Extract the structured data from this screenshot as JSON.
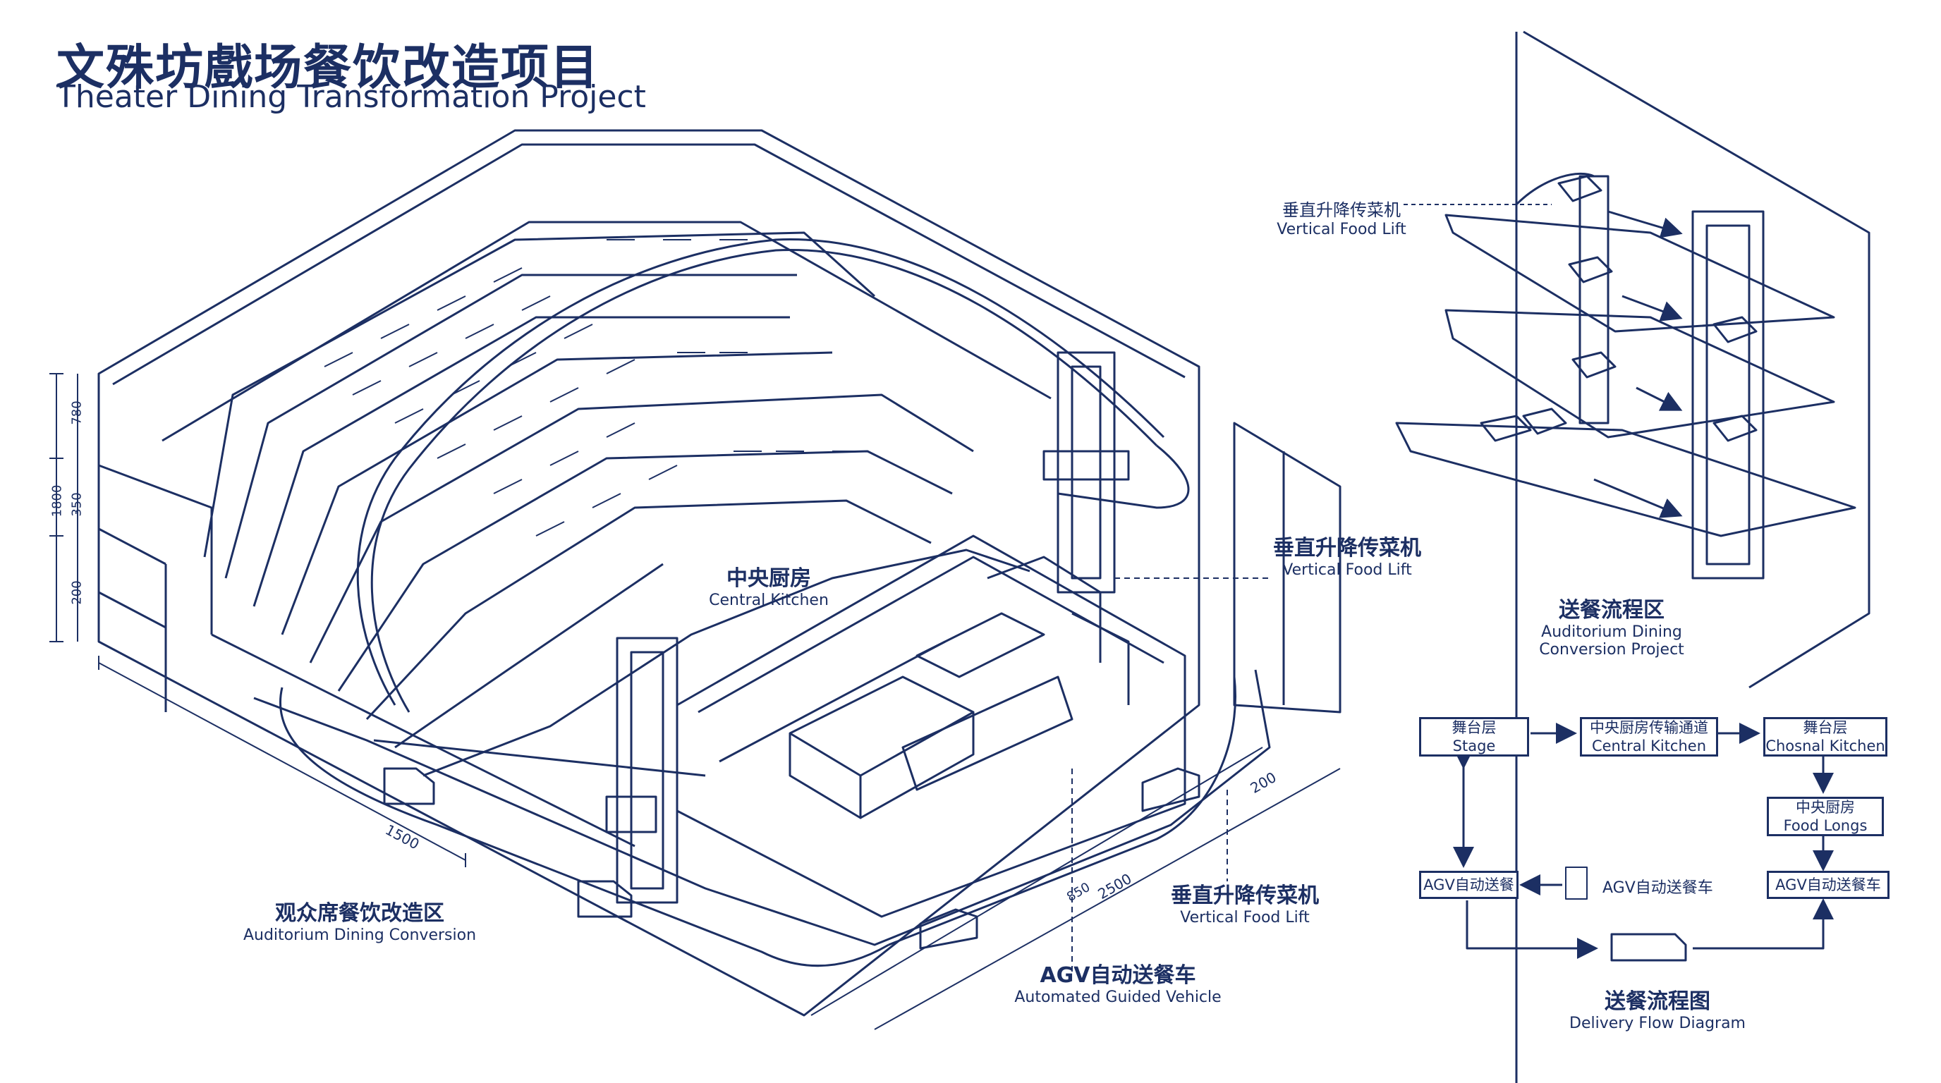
{
  "header": {
    "title_zh": "文殊坊戲场餐饮改造项目",
    "title_en": "Theater Dining Transformation Project"
  },
  "labels": {
    "central_kitchen": {
      "zh": "中央厨房",
      "en": "Central Kitchen"
    },
    "auditorium": {
      "zh": "观众席餐饮改造区",
      "en": "Auditorium Dining Conversion"
    },
    "lift_center": {
      "zh": "垂直升降传菜机",
      "en": "Vertical Food Lift"
    },
    "lift_bottom": {
      "zh": "垂直升降传菜机",
      "en": "Vertical Food Lift"
    },
    "agv": {
      "zh": "AGV自动送餐车",
      "en": "Automated Guided Vehicle"
    },
    "lift_top_right": {
      "zh": "垂直升降传菜机",
      "en": "Vertical Food Lift"
    },
    "delivery_zone": {
      "zh": "送餐流程区",
      "en1": "Auditorium Dining",
      "en2": "Conversion Project"
    }
  },
  "dimensions": {
    "d1800": "1800",
    "d780": "780",
    "d350": "350",
    "d200_left": "200",
    "d1500": "1500",
    "d2500": "2500",
    "d850": "850",
    "d200_right": "200"
  },
  "flow": {
    "stage": {
      "zh": "舞台层",
      "en": "Stage"
    },
    "central": {
      "zh": "中央厨房传输通道",
      "en": "Central Kitchen"
    },
    "chosnal": {
      "zh": "舞台层",
      "en": "Chosnal Kitchen"
    },
    "food_longs": {
      "zh": "中央厨房",
      "en": "Food Longs"
    },
    "agv_left": "AGV自动送餐",
    "agv_mid": "AGV自动送餐车",
    "agv_right": "AGV自动送餐车",
    "caption_zh": "送餐流程图",
    "caption_en": "Delivery Flow Diagram"
  },
  "colors": {
    "ink": "#1c2f63",
    "paper": "#ffffff"
  }
}
